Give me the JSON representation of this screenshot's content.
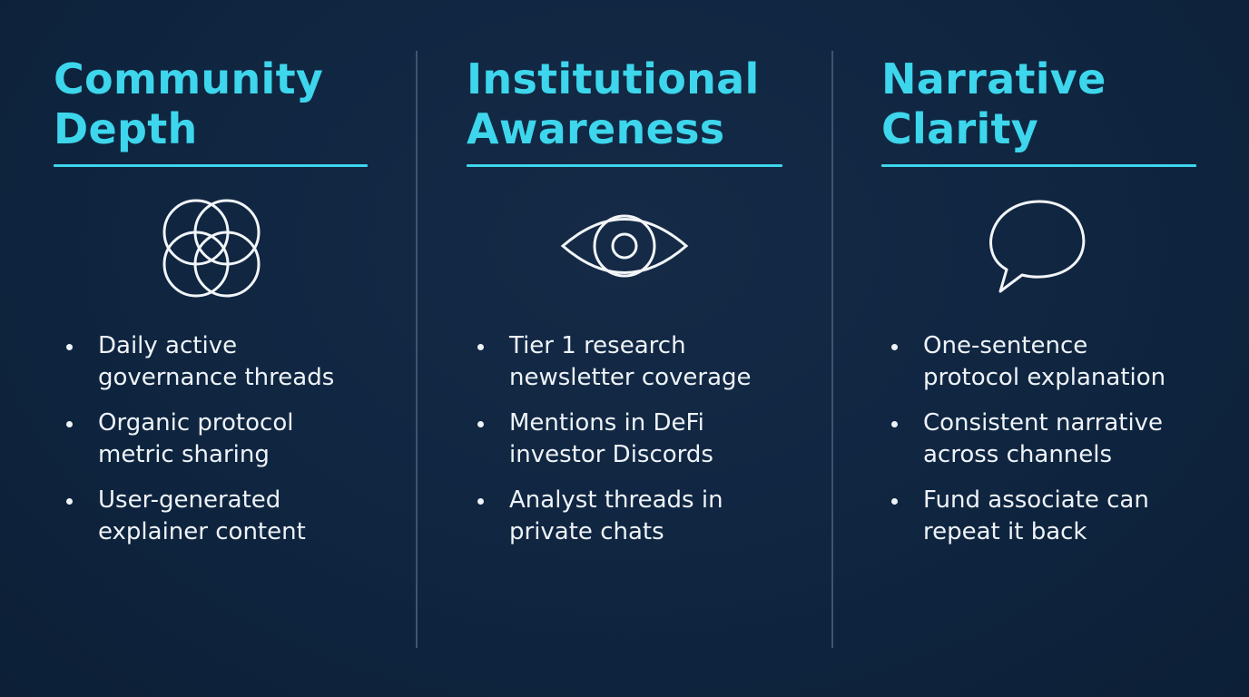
{
  "columns": [
    {
      "title": [
        "Community",
        "Depth"
      ],
      "icon": "overlapping-circles-icon",
      "bullets": [
        [
          "Daily active",
          "governance threads"
        ],
        [
          "Organic protocol",
          "metric sharing"
        ],
        [
          "User-generated",
          "explainer content"
        ]
      ]
    },
    {
      "title": [
        "Institutional",
        "Awareness"
      ],
      "icon": "eye-icon",
      "bullets": [
        [
          "Tier 1 research",
          "newsletter coverage"
        ],
        [
          "Mentions in DeFi",
          "investor Discords"
        ],
        [
          "Analyst threads in",
          "private chats"
        ]
      ]
    },
    {
      "title": [
        "Narrative",
        "Clarity"
      ],
      "icon": "speech-bubble-icon",
      "bullets": [
        [
          "One-sentence",
          "protocol explanation"
        ],
        [
          "Consistent narrative",
          "across channels"
        ],
        [
          "Fund associate can",
          "repeat it back"
        ]
      ]
    }
  ],
  "colors": {
    "background": "#0f2540",
    "accent": "#3dd6ec",
    "text": "#eef3f8",
    "divider": "#3d5570"
  }
}
